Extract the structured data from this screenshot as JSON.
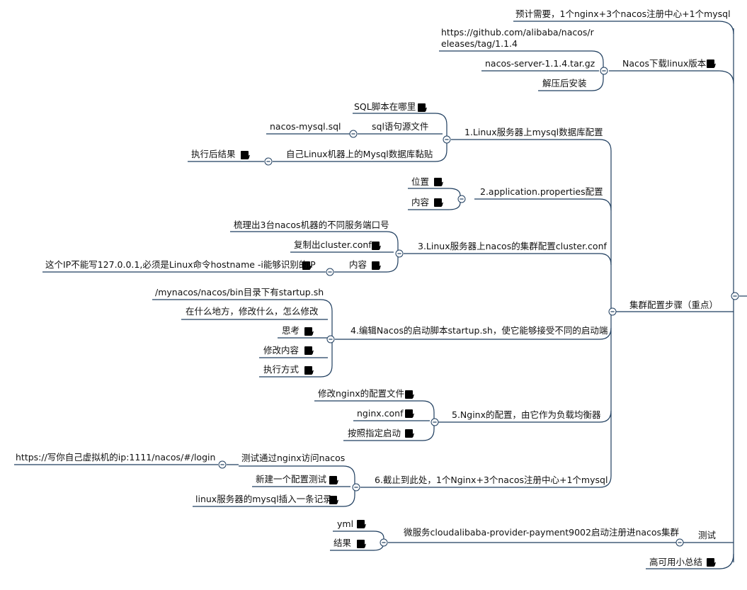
{
  "root": {
    "intro": "预计需要，1个nginx+3个nacos注册中心+1个mysql",
    "download": {
      "label": "Nacos下载linux版本",
      "url": "https://github.com/alibaba/nacos/releases/tag/1.1.4",
      "url_line1": "https://github.com/alibaba/nacos/r",
      "url_line2": "eleases/tag/1.1.4",
      "file": "nacos-server-1.1.4.tar.gz",
      "install": "解压后安装"
    },
    "steps": {
      "label": "集群配置步骤（重点）",
      "s1": {
        "label": "1.Linux服务器上mysql数据库配置",
        "where": "SQL脚本在哪里",
        "source": "sql语句源文件",
        "source_file": "nacos-mysql.sql",
        "paste": "自己Linux机器上的Mysql数据库黏贴",
        "result": "执行后结果"
      },
      "s2": {
        "label": "2.application.properties配置",
        "location": "位置",
        "content": "内容"
      },
      "s3": {
        "label": "3.Linux服务器上nacos的集群配置cluster.conf",
        "ports": "梳理出3台nacos机器的不同服务端口号",
        "copy": "复制出cluster.conf",
        "content": "内容",
        "ip_note": "这个IP不能写127.0.0.1,必须是Linux命令hostname -i能够识别的IP"
      },
      "s4": {
        "label": "4.编辑Nacos的启动脚本startup.sh，使它能够接受不同的启动端",
        "path": "/mynacos/nacos/bin目录下有startup.sh",
        "where": "在什么地方，修改什么，怎么修改",
        "think": "思考",
        "modify": "修改内容",
        "run": "执行方式"
      },
      "s5": {
        "label": "5.Nginx的配置，由它作为负载均衡器",
        "edit": "修改nginx的配置文件",
        "conf": "nginx.conf",
        "start": "按照指定启动"
      },
      "s6": {
        "label": "6.截止到此处，1个Nginx+3个nacos注册中心+1个mysql",
        "test": "测试通过nginx访问nacos",
        "test_url": "https://写你自己虚拟机的ip:1111/nacos/#/login",
        "new_config": "新建一个配置测试",
        "mysql_insert": "linux服务器的mysql插入一条记录"
      }
    },
    "test": {
      "label": "测试",
      "micro": "微服务cloudalibaba-provider-payment9002启动注册进nacos集群",
      "yml": "yml",
      "result": "结果"
    },
    "summary": "高可用小总结"
  },
  "colors": {
    "line": "#1f3e5f",
    "note_border": "#7f8fa0",
    "note_accent": "#3a7bd5",
    "text": "#111111"
  },
  "icons": {
    "note": "note-icon",
    "collapse": "collapse-toggle-icon"
  }
}
